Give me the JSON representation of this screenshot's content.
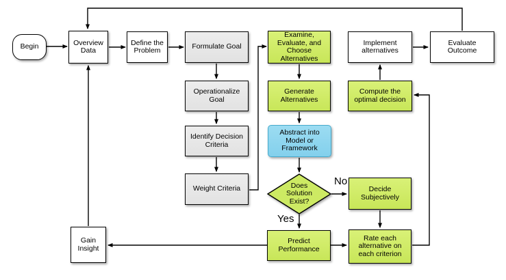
{
  "diagram_type": "flowchart",
  "colors": {
    "node_green": "#cdea63",
    "node_blue": "#8ed8f0",
    "node_gray": "#e9e9e9",
    "node_white": "#ffffff",
    "line": "#000000",
    "background": "#ffffff"
  },
  "nodes": {
    "begin": {
      "label": "Begin",
      "shape": "terminator",
      "color": "white"
    },
    "overview_data": {
      "label": "Overview\nData",
      "shape": "rect",
      "color": "white"
    },
    "define_problem": {
      "label": "Define the\nProblem",
      "shape": "rect",
      "color": "white"
    },
    "formulate_goal": {
      "label": "Formulate Goal",
      "shape": "rect",
      "color": "gray"
    },
    "operationalize_goal": {
      "label": "Operationalize\nGoal",
      "shape": "rect",
      "color": "gray"
    },
    "identify_criteria": {
      "label": "Identify Decision\nCriteria",
      "shape": "rect",
      "color": "gray"
    },
    "weight_criteria": {
      "label": "Weight Criteria",
      "shape": "rect",
      "color": "gray"
    },
    "examine_choose": {
      "label": "Examine,\nEvaluate, and\nChoose\nAlternatives",
      "shape": "rect",
      "color": "green"
    },
    "generate_alternatives": {
      "label": "Generate\nAlternatives",
      "shape": "rect",
      "color": "green"
    },
    "abstract_model": {
      "label": "Abstract into\nModel or\nFramework",
      "shape": "rounded-rect",
      "color": "blue"
    },
    "does_solution_exist": {
      "label": "Does\nSolution\nExist?",
      "shape": "diamond",
      "color": "green"
    },
    "decide_subjectively": {
      "label": "Decide\nSubjectively",
      "shape": "rect",
      "color": "green"
    },
    "predict_performance": {
      "label": "Predict\nPerformance",
      "shape": "rect",
      "color": "green"
    },
    "rate_each": {
      "label": "Rate each\nalternative on\neach criterion",
      "shape": "rect",
      "color": "green"
    },
    "compute_optimal": {
      "label": "Compute the\noptimal decision",
      "shape": "rect",
      "color": "green"
    },
    "implement_alternatives": {
      "label": "Implement\nalternatives",
      "shape": "rect",
      "color": "white"
    },
    "evaluate_outcome": {
      "label": "Evaluate\nOutcome",
      "shape": "rect",
      "color": "white"
    },
    "gain_insight": {
      "label": "Gain\nInsight",
      "shape": "rect",
      "color": "white"
    }
  },
  "edge_labels": {
    "yes": "Yes",
    "no": "No"
  },
  "connections": [
    {
      "from": "Begin",
      "to": "Overview Data"
    },
    {
      "from": "Overview Data",
      "to": "Define the Problem"
    },
    {
      "from": "Define the Problem",
      "to": "Formulate Goal"
    },
    {
      "from": "Formulate Goal",
      "to": "Operationalize Goal"
    },
    {
      "from": "Operationalize Goal",
      "to": "Identify Decision Criteria"
    },
    {
      "from": "Identify Decision Criteria",
      "to": "Weight Criteria"
    },
    {
      "from": "Weight Criteria",
      "to": "Examine, Evaluate, and Choose Alternatives"
    },
    {
      "from": "Examine, Evaluate, and Choose Alternatives",
      "to": "Generate Alternatives"
    },
    {
      "from": "Generate Alternatives",
      "to": "Abstract into Model or Framework"
    },
    {
      "from": "Abstract into Model or Framework",
      "to": "Does Solution Exist?"
    },
    {
      "from": "Does Solution Exist?",
      "to": "Decide Subjectively",
      "label": "No"
    },
    {
      "from": "Does Solution Exist?",
      "to": "Predict Performance",
      "label": "Yes"
    },
    {
      "from": "Decide Subjectively",
      "to": "Rate each alternative on each criterion"
    },
    {
      "from": "Predict Performance",
      "to": "Rate each alternative on each criterion"
    },
    {
      "from": "Predict Performance",
      "to": "Gain Insight"
    },
    {
      "from": "Rate each alternative on each criterion",
      "to": "Compute the optimal decision"
    },
    {
      "from": "Compute the optimal decision",
      "to": "Implement alternatives"
    },
    {
      "from": "Implement alternatives",
      "to": "Evaluate Outcome"
    },
    {
      "from": "Evaluate Outcome",
      "to": "Overview Data"
    },
    {
      "from": "Gain Insight",
      "to": "Overview Data"
    }
  ]
}
